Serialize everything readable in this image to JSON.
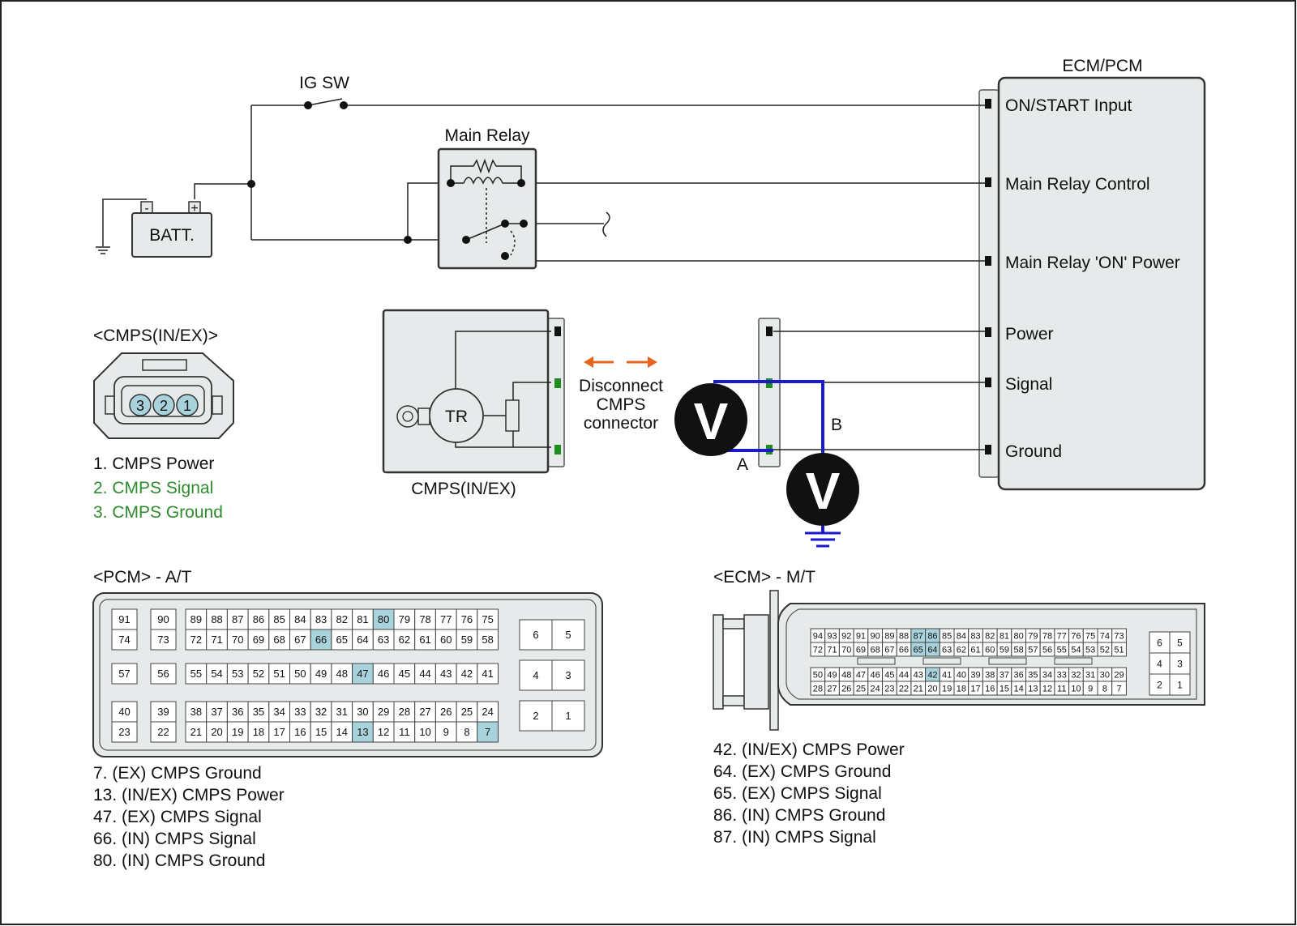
{
  "title": {
    "ecm": "ECM/PCM",
    "ig_sw": "IG SW",
    "main_relay": "Main Relay",
    "batt": "BATT.",
    "batt_minus": "-",
    "batt_plus": "+"
  },
  "ecm_terminals": [
    "ON/START Input",
    "Main Relay Control",
    "Main Relay 'ON' Power",
    "Power",
    "Signal",
    "Ground"
  ],
  "sensor": {
    "header": "<CMPS(IN/EX)>",
    "pins": [
      "3",
      "2",
      "1"
    ],
    "pin_list": [
      {
        "text": "1. CMPS Power",
        "color": "#111111"
      },
      {
        "text": "2. CMPS Signal",
        "color": "#2e8b2e"
      },
      {
        "text": "3. CMPS Ground",
        "color": "#2e8b2e"
      }
    ],
    "body_label": "CMPS(IN/EX)",
    "tr_label": "TR"
  },
  "disconnect": {
    "line1": "Disconnect",
    "line2": "CMPS",
    "line3": "connector",
    "arrow_color": "#e8641e"
  },
  "meter": {
    "symbol": "V",
    "label_a": "A",
    "label_b": "B",
    "lead_color": "#1a1acc"
  },
  "pcm": {
    "header": "<PCM> - A/T",
    "highlight_color": "#a9d3dc",
    "highlighted_pins": [
      "7",
      "13",
      "47",
      "66",
      "80"
    ],
    "rows": [
      [
        [
          "91",
          "74"
        ],
        [
          "90",
          "73"
        ],
        [
          "89",
          "72"
        ],
        [
          "88",
          "71"
        ],
        [
          "87",
          "70"
        ],
        [
          "86",
          "69"
        ],
        [
          "85",
          "68"
        ],
        [
          "84",
          "67"
        ],
        [
          "83",
          "66"
        ],
        [
          "82",
          "65"
        ],
        [
          "81",
          "64"
        ],
        [
          "80",
          "63"
        ],
        [
          "79",
          "62"
        ],
        [
          "78",
          "61"
        ],
        [
          "77",
          "60"
        ],
        [
          "76",
          "59"
        ],
        [
          "75",
          "58"
        ]
      ],
      [
        [
          "57"
        ],
        [
          "56"
        ],
        [
          "55"
        ],
        [
          "54"
        ],
        [
          "53"
        ],
        [
          "52"
        ],
        [
          "51"
        ],
        [
          "50"
        ],
        [
          "49"
        ],
        [
          "48"
        ],
        [
          "47"
        ],
        [
          "46"
        ],
        [
          "45"
        ],
        [
          "44"
        ],
        [
          "43"
        ],
        [
          "42"
        ],
        [
          "41"
        ]
      ],
      [
        [
          "40",
          "23"
        ],
        [
          "39",
          "22"
        ],
        [
          "38",
          "21"
        ],
        [
          "37",
          "20"
        ],
        [
          "36",
          "19"
        ],
        [
          "35",
          "18"
        ],
        [
          "34",
          "17"
        ],
        [
          "33",
          "16"
        ],
        [
          "32",
          "15"
        ],
        [
          "31",
          "14"
        ],
        [
          "30",
          "13"
        ],
        [
          "29",
          "12"
        ],
        [
          "28",
          "11"
        ],
        [
          "27",
          "10"
        ],
        [
          "26",
          "9"
        ],
        [
          "25",
          "8"
        ],
        [
          "24",
          "7"
        ]
      ]
    ],
    "right_block": [
      "6",
      "5",
      "4",
      "3",
      "2",
      "1"
    ],
    "pin_list": [
      "7. (EX) CMPS Ground",
      "13. (IN/EX) CMPS Power",
      "47. (EX) CMPS Signal",
      "66. (IN) CMPS Signal",
      "80. (IN) CMPS Ground"
    ]
  },
  "ecm_connector": {
    "header": "<ECM> - M/T",
    "highlighted_pins": [
      "42",
      "64",
      "65",
      "86",
      "87"
    ],
    "top_row1": [
      "94",
      "93",
      "92",
      "91",
      "90",
      "89",
      "88",
      "87",
      "86",
      "85",
      "84",
      "83",
      "82",
      "81",
      "80",
      "79",
      "78",
      "77",
      "76",
      "75",
      "74",
      "73"
    ],
    "top_row2": [
      "72",
      "71",
      "70",
      "69",
      "68",
      "67",
      "66",
      "65",
      "64",
      "63",
      "62",
      "61",
      "60",
      "59",
      "58",
      "57",
      "56",
      "55",
      "54",
      "53",
      "52",
      "51"
    ],
    "bot_row1": [
      "50",
      "49",
      "48",
      "47",
      "46",
      "45",
      "44",
      "43",
      "42",
      "41",
      "40",
      "39",
      "38",
      "37",
      "36",
      "35",
      "34",
      "33",
      "32",
      "31",
      "30",
      "29"
    ],
    "bot_row2": [
      "28",
      "27",
      "26",
      "25",
      "24",
      "23",
      "22",
      "21",
      "20",
      "19",
      "18",
      "17",
      "16",
      "15",
      "14",
      "13",
      "12",
      "11",
      "10",
      "9",
      "8",
      "7"
    ],
    "right_block": [
      "6",
      "5",
      "4",
      "3",
      "2",
      "1"
    ],
    "pin_list": [
      "42. (IN/EX) CMPS Power",
      "64. (EX) CMPS Ground",
      "65. (EX) CMPS Signal",
      "86. (IN) CMPS Ground",
      "87. (IN) CMPS Signal"
    ]
  }
}
